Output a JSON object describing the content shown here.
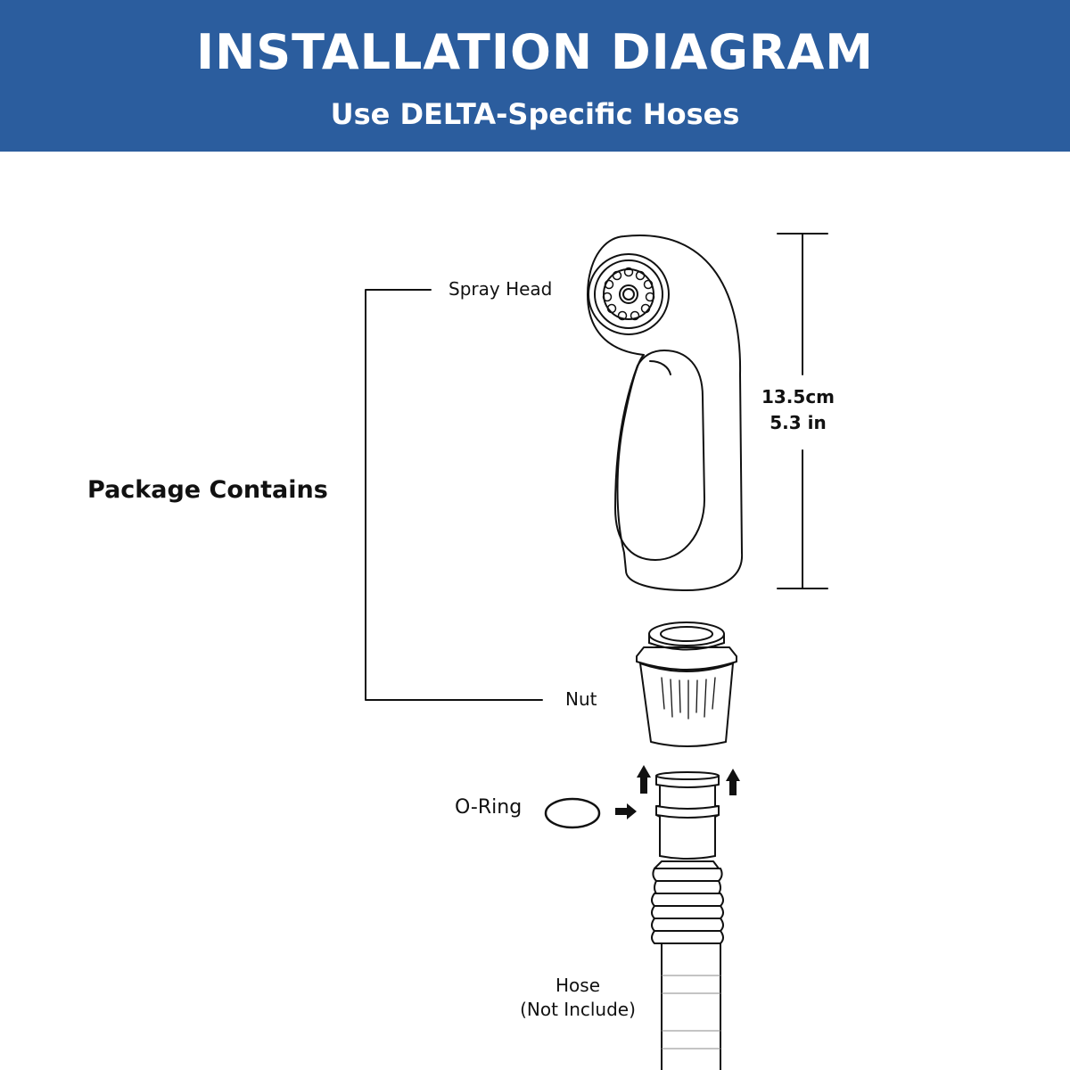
{
  "header": {
    "title": "INSTALLATION DIAGRAM",
    "subtitle": "Use DELTA-Specific Hoses",
    "background_color": "#2b5d9e"
  },
  "diagram": {
    "group_label": "Package Contains",
    "parts": {
      "spray_head": "Spray Head",
      "nut": "Nut",
      "o_ring": "O-Ring",
      "hose_line1": "Hose",
      "hose_line2": "(Not Include)"
    },
    "dimension": {
      "metric": "13.5cm",
      "imperial": "5.3 in"
    },
    "line_color": "#111111"
  }
}
